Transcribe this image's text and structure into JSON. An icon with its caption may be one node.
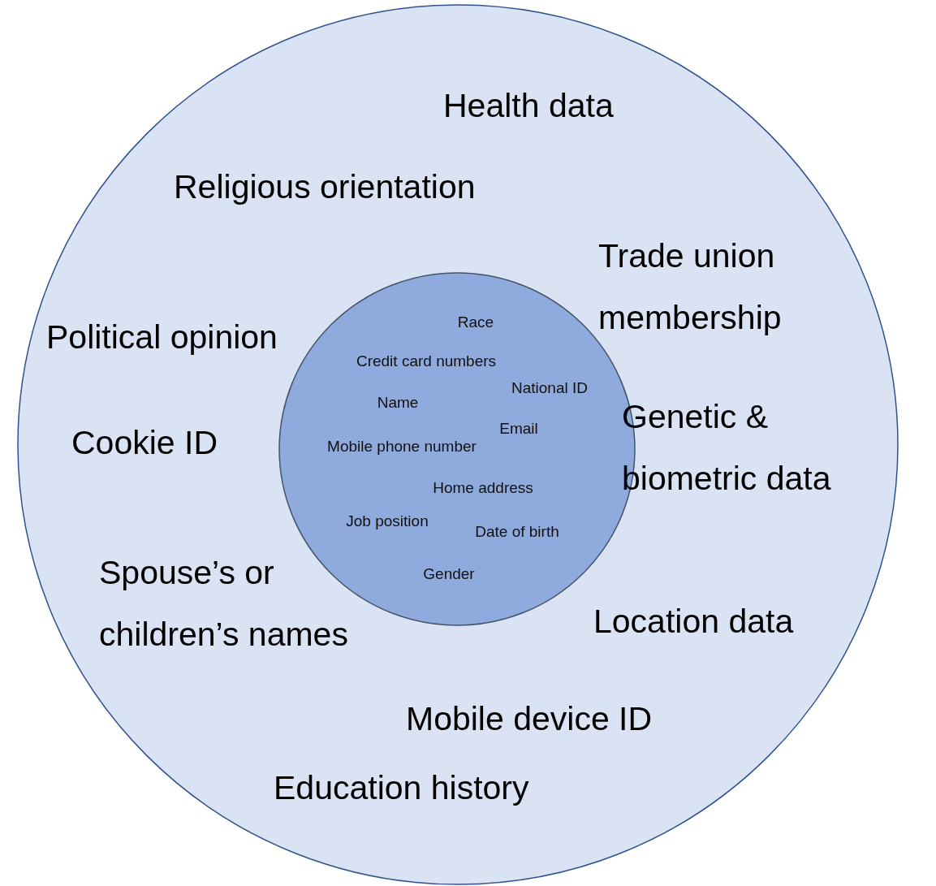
{
  "diagram": {
    "nodes": [
      {
        "text": [
          "Health data",
          "Religious orientation",
          "Trade union membership",
          "Political opinion",
          "Cookie ID",
          "Genetic & biometric data",
          "Spouse’s or children’s names",
          "Location data",
          "Mobile device ID",
          "Education history"
        ]
      },
      {
        "text": [
          "Race",
          "Credit card numbers",
          "National ID",
          "Name",
          "Email",
          "Mobile phone number",
          "Home address",
          "Job position",
          "Date of birth",
          "Gender"
        ],
        "in": 0
      }
    ]
  }
}
